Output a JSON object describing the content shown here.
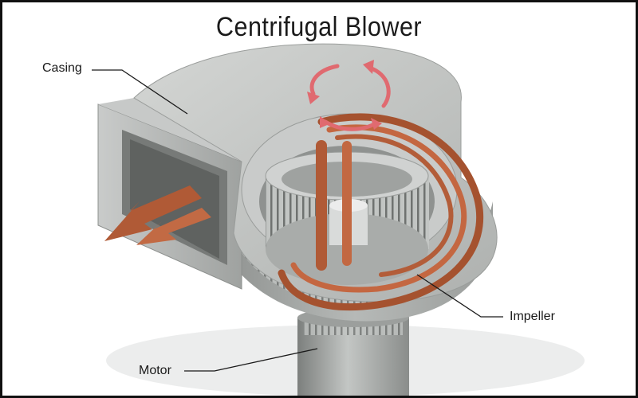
{
  "title": "Centrifugal Blower",
  "labels": {
    "casing": "Casing",
    "impeller": "Impeller",
    "motor": "Motor"
  },
  "colors": {
    "casing": "#b4b7b5",
    "airflow": "#b05a36",
    "rotation_arrow": "#e06a70",
    "background": "#ffffff"
  }
}
